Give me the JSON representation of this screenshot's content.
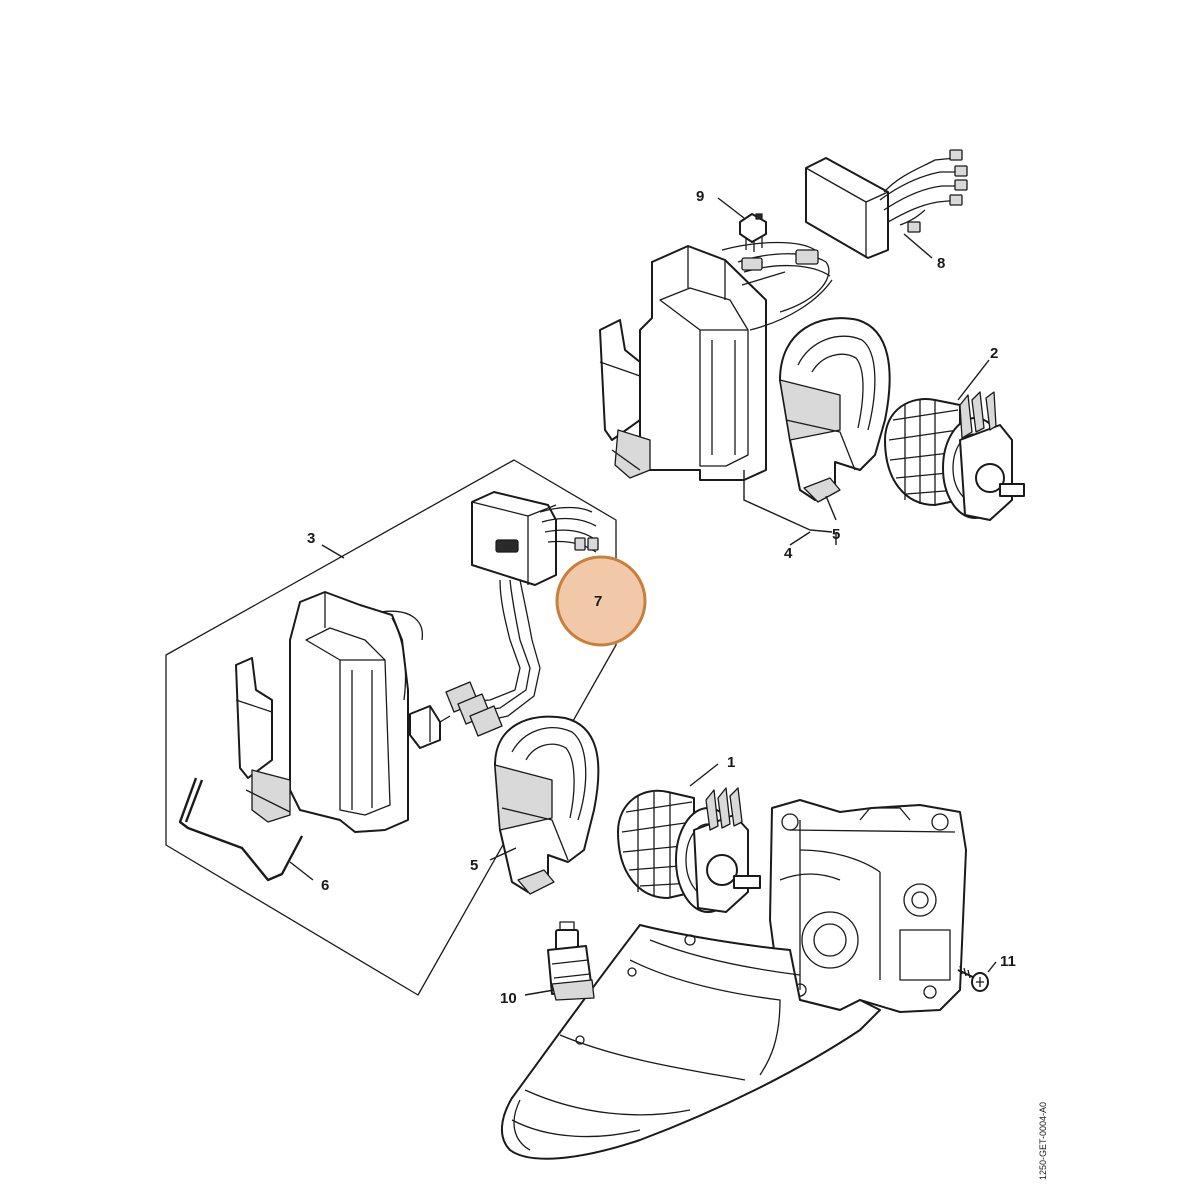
{
  "diagram": {
    "callouts": {
      "c1": "1",
      "c2": "2",
      "c3": "3",
      "c4": "4",
      "c5a": "5",
      "c5b": "5",
      "c6": "6",
      "c7": "7",
      "c8": "8",
      "c9": "9",
      "c10": "10",
      "c11": "11"
    },
    "document_code": "1250-GET-0004-A0",
    "highlight": {
      "callout": "7",
      "fill_color": "#f2c9a8",
      "stroke_color": "#c97f3c"
    }
  }
}
